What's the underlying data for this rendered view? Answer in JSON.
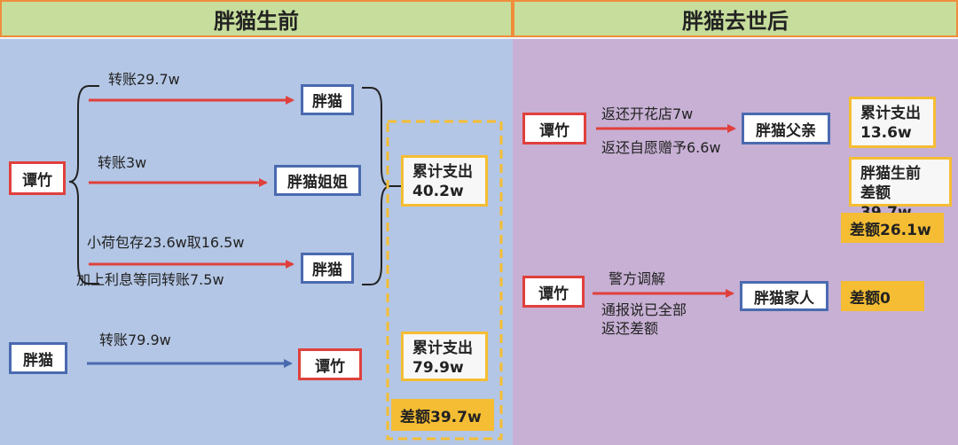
{
  "sections": {
    "before": "胖猫生前",
    "after": "胖猫去世后"
  },
  "left": {
    "source_tanzhu": "谭竹",
    "target1": "胖猫",
    "target2": "胖猫姐姐",
    "target3": "胖猫",
    "edge1": "转账29.7w",
    "edge2": "转账3w",
    "edge3_line1": "小荷包存23.6w取16.5w",
    "edge3_line2": "加上利息等同转账7.5w",
    "total1_line1": "累计支出",
    "total1_line2": "40.2w",
    "source_pangmao": "胖猫",
    "edge4": "转账79.9w",
    "target4": "谭竹",
    "total2_line1": "累计支出",
    "total2_line2": "79.9w",
    "diff": "差额39.7w"
  },
  "right": {
    "source1": "谭竹",
    "edge1_top": "返还开花店7w",
    "edge1_bottom": "返还自愿赠予6.6w",
    "target1": "胖猫父亲",
    "total_line1": "累计支出",
    "total_line2": "13.6w",
    "gap_line1": "胖猫生前",
    "gap_line2": "差额39.7w",
    "diff1": "差额26.1w",
    "source2": "谭竹",
    "edge2_top": "警方调解",
    "edge2_bottom_line1": "通报说已全部",
    "edge2_bottom_line2": "返还差额",
    "target2": "胖猫家人",
    "diff2": "差额0"
  },
  "colors": {
    "red": "#e0403c",
    "blue": "#4a6ab0",
    "yellow": "#f5bd33",
    "header_green": "#c6dd9c",
    "header_border": "#ef8d3a",
    "left_bg": "#b3c6e5",
    "right_bg": "#c7b0d4"
  }
}
